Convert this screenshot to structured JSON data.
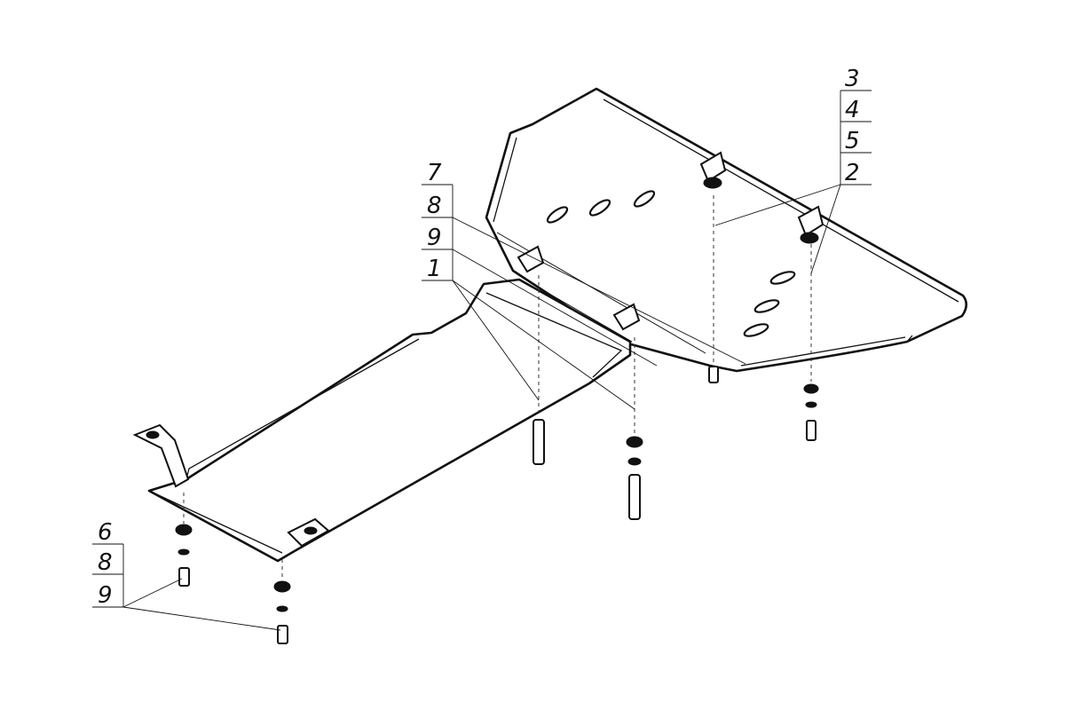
{
  "callouts": {
    "upper_right": [
      "3",
      "4",
      "5",
      "2"
    ],
    "middle": [
      "7",
      "8",
      "9",
      "1"
    ],
    "lower_left": [
      "6",
      "8",
      "9"
    ]
  }
}
